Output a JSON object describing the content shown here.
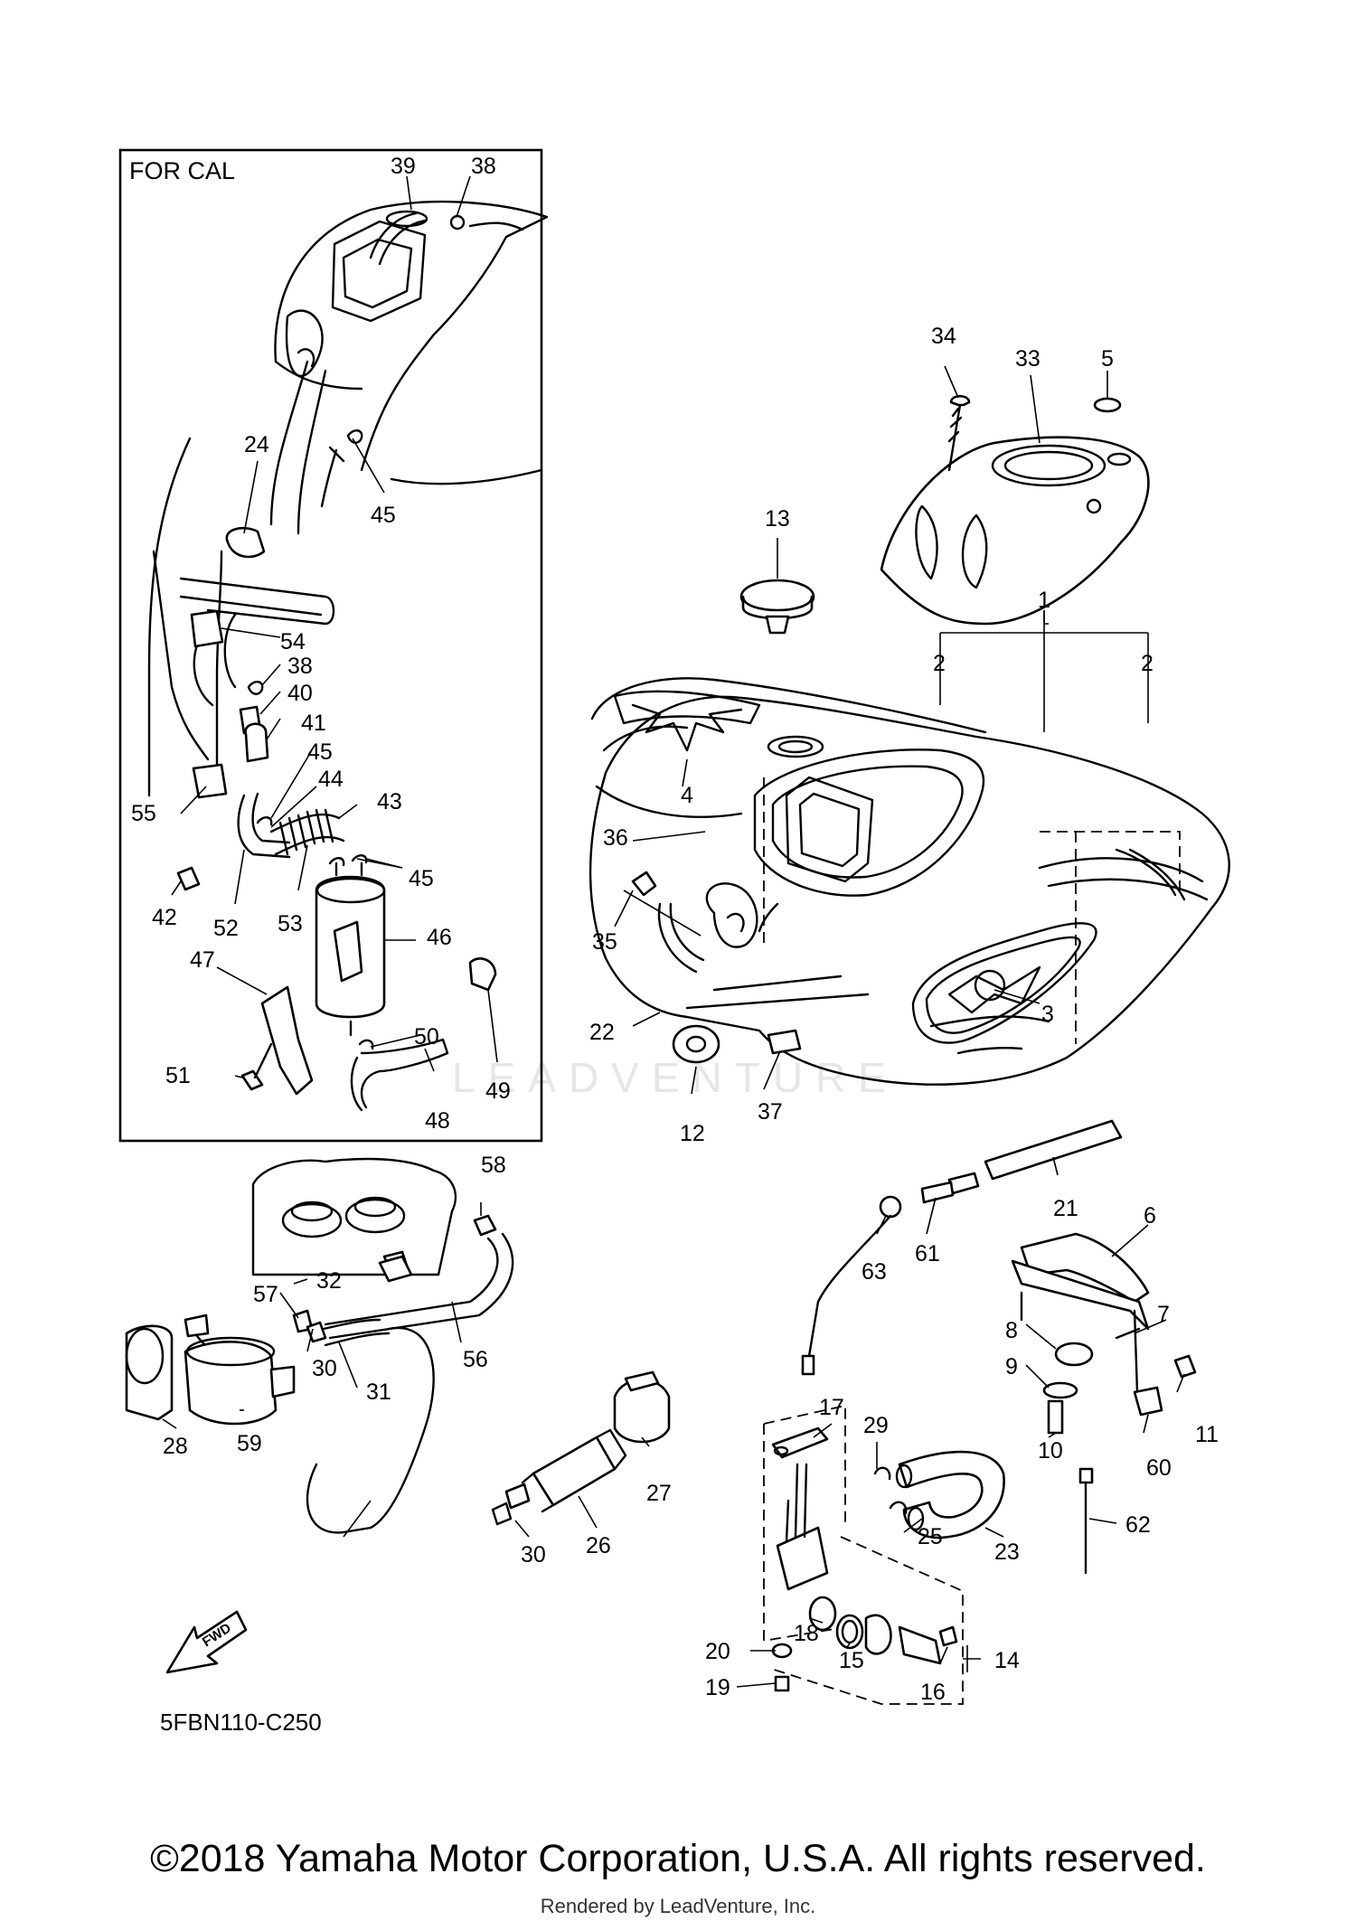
{
  "inset": {
    "title": "FOR CAL"
  },
  "diagram_code": "5FBN110-C250",
  "fwd_label": "FWD",
  "watermark": "LEADVENTURE",
  "callouts": [
    {
      "id": "c1",
      "text": "1"
    },
    {
      "id": "c2a",
      "text": "2"
    },
    {
      "id": "c2b",
      "text": "2"
    },
    {
      "id": "c3",
      "text": "3"
    },
    {
      "id": "c4",
      "text": "4"
    },
    {
      "id": "c5",
      "text": "5"
    },
    {
      "id": "c6",
      "text": "6"
    },
    {
      "id": "c7",
      "text": "7"
    },
    {
      "id": "c8",
      "text": "8"
    },
    {
      "id": "c9",
      "text": "9"
    },
    {
      "id": "c10",
      "text": "10"
    },
    {
      "id": "c11",
      "text": "11"
    },
    {
      "id": "c12",
      "text": "12"
    },
    {
      "id": "c13",
      "text": "13"
    },
    {
      "id": "c14",
      "text": "14"
    },
    {
      "id": "c15",
      "text": "15"
    },
    {
      "id": "c16",
      "text": "16"
    },
    {
      "id": "c17",
      "text": "17"
    },
    {
      "id": "c18",
      "text": "18"
    },
    {
      "id": "c19",
      "text": "19"
    },
    {
      "id": "c20",
      "text": "20"
    },
    {
      "id": "c21",
      "text": "21"
    },
    {
      "id": "c22",
      "text": "22"
    },
    {
      "id": "c23",
      "text": "23"
    },
    {
      "id": "c24",
      "text": "24"
    },
    {
      "id": "c25",
      "text": "25"
    },
    {
      "id": "c26",
      "text": "26"
    },
    {
      "id": "c27",
      "text": "27"
    },
    {
      "id": "c28",
      "text": "28"
    },
    {
      "id": "c29",
      "text": "29"
    },
    {
      "id": "c30a",
      "text": "30"
    },
    {
      "id": "c30b",
      "text": "30"
    },
    {
      "id": "c31",
      "text": "31"
    },
    {
      "id": "c32",
      "text": "32"
    },
    {
      "id": "c33",
      "text": "33"
    },
    {
      "id": "c34",
      "text": "34"
    },
    {
      "id": "c35",
      "text": "35"
    },
    {
      "id": "c36",
      "text": "36"
    },
    {
      "id": "c37",
      "text": "37"
    },
    {
      "id": "c38a",
      "text": "38"
    },
    {
      "id": "c38b",
      "text": "38"
    },
    {
      "id": "c39",
      "text": "39"
    },
    {
      "id": "c40",
      "text": "40"
    },
    {
      "id": "c41",
      "text": "41"
    },
    {
      "id": "c42",
      "text": "42"
    },
    {
      "id": "c43",
      "text": "43"
    },
    {
      "id": "c44",
      "text": "44"
    },
    {
      "id": "c45a",
      "text": "45"
    },
    {
      "id": "c45b",
      "text": "45"
    },
    {
      "id": "c45c",
      "text": "45"
    },
    {
      "id": "c46",
      "text": "46"
    },
    {
      "id": "c47",
      "text": "47"
    },
    {
      "id": "c48",
      "text": "48"
    },
    {
      "id": "c49",
      "text": "49"
    },
    {
      "id": "c50",
      "text": "50"
    },
    {
      "id": "c51",
      "text": "51"
    },
    {
      "id": "c52",
      "text": "52"
    },
    {
      "id": "c53",
      "text": "53"
    },
    {
      "id": "c54",
      "text": "54"
    },
    {
      "id": "c55",
      "text": "55"
    },
    {
      "id": "c56",
      "text": "56"
    },
    {
      "id": "c57",
      "text": "57"
    },
    {
      "id": "c58",
      "text": "58"
    },
    {
      "id": "c59",
      "text": "59"
    },
    {
      "id": "c60",
      "text": "60"
    },
    {
      "id": "c61",
      "text": "61"
    },
    {
      "id": "c62",
      "text": "62"
    },
    {
      "id": "c63",
      "text": "63"
    }
  ],
  "footer": {
    "copyright": "©2018 Yamaha Motor Corporation, U.S.A. All rights reserved.",
    "rendered_by": "Rendered by LeadVenture, Inc."
  }
}
